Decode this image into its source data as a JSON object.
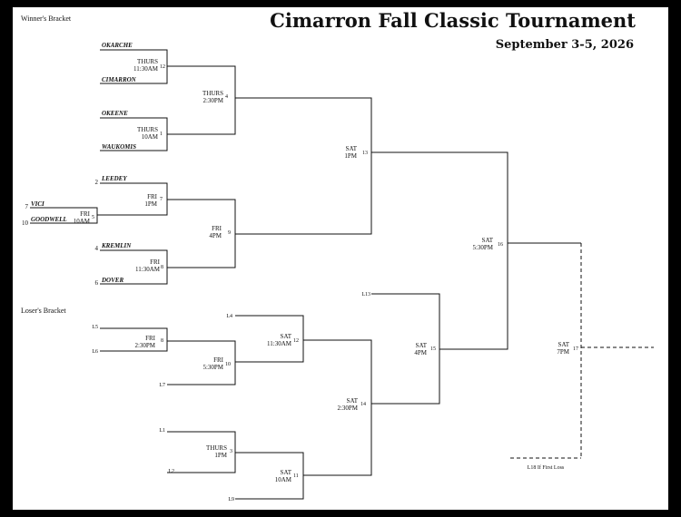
{
  "header": {
    "title": "Cimarron Fall Classic Tournament",
    "dates": "September 3-5, 2026",
    "winners_label": "Winner's Bracket",
    "losers_label": "Loser's Bracket"
  },
  "teams": {
    "okarche": {
      "name": "OKARCHE",
      "seed": ""
    },
    "cimarron": {
      "name": "CIMARRON",
      "seed": ""
    },
    "okeene": {
      "name": "OKEENE",
      "seed": ""
    },
    "waukomis": {
      "name": "WAUKOMIS",
      "seed": ""
    },
    "leedey": {
      "name": "LEEDEY",
      "seed": "2"
    },
    "vici": {
      "name": "VICI",
      "seed": "7"
    },
    "goodwell": {
      "name": "GOODWELL",
      "seed": "10"
    },
    "kremlin": {
      "name": "KREMLIN",
      "seed": "4"
    },
    "dover": {
      "name": "DOVER",
      "seed": "6"
    }
  },
  "games": {
    "g12": {
      "day": "THURS",
      "time": "11:30AM",
      "id": "12"
    },
    "g1": {
      "day": "THURS",
      "time": "10AM",
      "id": "1"
    },
    "g14w": {
      "day": "THURS",
      "time": "2:30PM",
      "id": "4"
    },
    "g5": {
      "day": "FRI",
      "time": "10AM",
      "id": "5"
    },
    "g7": {
      "day": "FRI",
      "time": "1PM",
      "id": "7"
    },
    "g8w": {
      "day": "FRI",
      "time": "11:30AM",
      "id": "8"
    },
    "g9": {
      "day": "FRI",
      "time": "4PM",
      "id": "9"
    },
    "g13": {
      "day": "SAT",
      "time": "1PM",
      "id": "13"
    },
    "g16": {
      "day": "SAT",
      "time": "5:30PM",
      "id": "16"
    },
    "g17": {
      "day": "SAT",
      "time": "7PM",
      "id": "17"
    },
    "l8": {
      "day": "FRI",
      "time": "2:30PM",
      "id": "8"
    },
    "l10": {
      "day": "FRI",
      "time": "5:30PM",
      "id": "10"
    },
    "l12": {
      "day": "SAT",
      "time": "11:30AM",
      "id": "12"
    },
    "l14": {
      "day": "SAT",
      "time": "2:30PM",
      "id": "14"
    },
    "l15": {
      "day": "SAT",
      "time": "4PM",
      "id": "15"
    },
    "l3": {
      "day": "THURS",
      "time": "1PM",
      "id": "3"
    },
    "l11": {
      "day": "SAT",
      "time": "10AM",
      "id": "11"
    }
  },
  "slots": {
    "l13": "L13",
    "l4": "L4",
    "l5": "L5",
    "l6": "L6",
    "l7": "L7",
    "l1": "L1",
    "l2": "L2",
    "l9": "L9",
    "l18": "L18 If First Loss"
  }
}
